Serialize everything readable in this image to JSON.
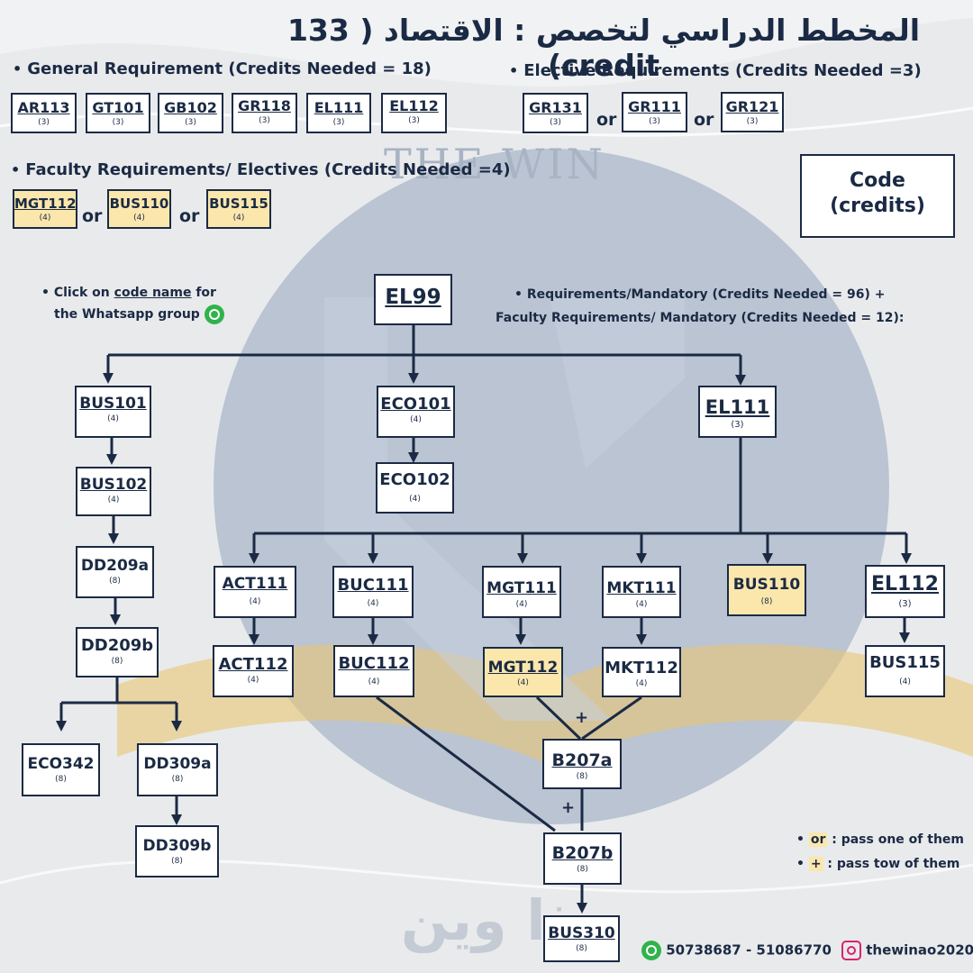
{
  "title": "المخطط الدراسي لتخصص :  الاقتصاد ( 133 credit)",
  "watermark": "THE WIN",
  "watermark_ar": "ذا وين",
  "colors": {
    "navy": "#1b2a44",
    "highlight": "#fbe7ac",
    "circle": "#a8b6c8",
    "book": "#e9c675"
  },
  "general": {
    "label": "General Requirement (Credits Needed = 18)",
    "courses": [
      {
        "code": "AR113",
        "credits": "(3)"
      },
      {
        "code": "GT101",
        "credits": "(3)"
      },
      {
        "code": "GB102",
        "credits": "(3)"
      },
      {
        "code": "GR118",
        "credits": "(3)"
      },
      {
        "code": "EL111",
        "credits": "(3)"
      },
      {
        "code": "EL112",
        "credits": "(3)"
      }
    ]
  },
  "elective": {
    "label": "Elective Requirements (Credits Needed =3)",
    "courses": [
      {
        "code": "GR131",
        "credits": "(3)"
      },
      {
        "code": "GR111",
        "credits": "(3)"
      },
      {
        "code": "GR121",
        "credits": "(3)"
      }
    ],
    "or": "or"
  },
  "faculty_elective": {
    "label": "Faculty Requirements/ Electives (Credits Needed =4)",
    "courses": [
      {
        "code": "MGT112",
        "credits": "(4)"
      },
      {
        "code": "BUS110",
        "credits": "(4)"
      },
      {
        "code": "BUS115",
        "credits": "(4)"
      }
    ],
    "or": "or"
  },
  "legend_box": {
    "line1": "Code",
    "line2": "(credits)"
  },
  "click_note": {
    "line1_pre": "Click on ",
    "line1_link": "code name",
    "line1_post": " for",
    "line2": "the Whatsapp group"
  },
  "mandatory_note": {
    "line1": "Requirements/Mandatory (Credits Needed = 96) +",
    "line2": "Faculty Requirements/ Mandatory (Credits Needed = 12):"
  },
  "nodes": {
    "el99": {
      "code": "EL99",
      "credits": ""
    },
    "bus101": {
      "code": "BUS101",
      "credits": "(4)"
    },
    "bus102": {
      "code": "BUS102",
      "credits": "(4)"
    },
    "dd209a": {
      "code": "DD209a",
      "credits": "(8)"
    },
    "dd209b": {
      "code": "DD209b",
      "credits": "(8)"
    },
    "eco342": {
      "code": "ECO342",
      "credits": "(8)"
    },
    "dd309a": {
      "code": "DD309a",
      "credits": "(8)"
    },
    "dd309b": {
      "code": "DD309b",
      "credits": "(8)"
    },
    "eco101": {
      "code": "ECO101",
      "credits": "(4)"
    },
    "eco102": {
      "code": "ECO102",
      "credits": "(4)"
    },
    "el111": {
      "code": "EL111",
      "credits": "(3)"
    },
    "act111": {
      "code": "ACT111",
      "credits": "(4)"
    },
    "act112": {
      "code": "ACT112",
      "credits": "(4)"
    },
    "buc111": {
      "code": "BUC111",
      "credits": "(4)"
    },
    "buc112": {
      "code": "BUC112",
      "credits": "(4)"
    },
    "mgt111": {
      "code": "MGT111",
      "credits": "(4)"
    },
    "mgt112": {
      "code": "MGT112",
      "credits": "(4)"
    },
    "mkt111": {
      "code": "MKT111",
      "credits": "(4)"
    },
    "mkt112": {
      "code": "MKT112",
      "credits": "(4)"
    },
    "bus110": {
      "code": "BUS110",
      "credits": "(8)"
    },
    "el112": {
      "code": "EL112",
      "credits": "(3)"
    },
    "bus115": {
      "code": "BUS115",
      "credits": "(4)"
    },
    "b207a": {
      "code": "B207a",
      "credits": "(8)"
    },
    "b207b": {
      "code": "B207b",
      "credits": "(8)"
    },
    "bus310": {
      "code": "BUS310",
      "credits": "(8)"
    }
  },
  "plus_sign": "+",
  "legend": {
    "or_key": "or",
    "or_text": " : pass one of them",
    "plus_key": "+",
    "plus_text": " : pass tow of them"
  },
  "footer": {
    "phones": "50738687 - 51086770",
    "instagram": "thewinao2020"
  }
}
